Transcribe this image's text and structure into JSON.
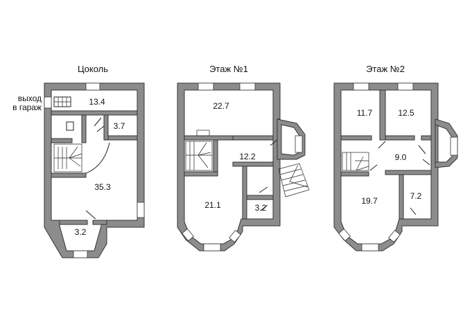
{
  "plans": [
    {
      "title": "Цоколь",
      "side_label": [
        "выход",
        "в гараж"
      ],
      "rooms": [
        "13.4",
        "3.7",
        "35.3",
        "3.2"
      ]
    },
    {
      "title": "Этаж №1",
      "rooms": [
        "22.7",
        "12.2",
        "21.1",
        "3.2"
      ]
    },
    {
      "title": "Этаж №2",
      "rooms": [
        "11.7",
        "12.5",
        "9.0",
        "19.7",
        "7.2"
      ]
    }
  ],
  "colors": {
    "wall": "#8c8c8c",
    "wall_stroke": "#333333",
    "window": "#ffffff"
  }
}
